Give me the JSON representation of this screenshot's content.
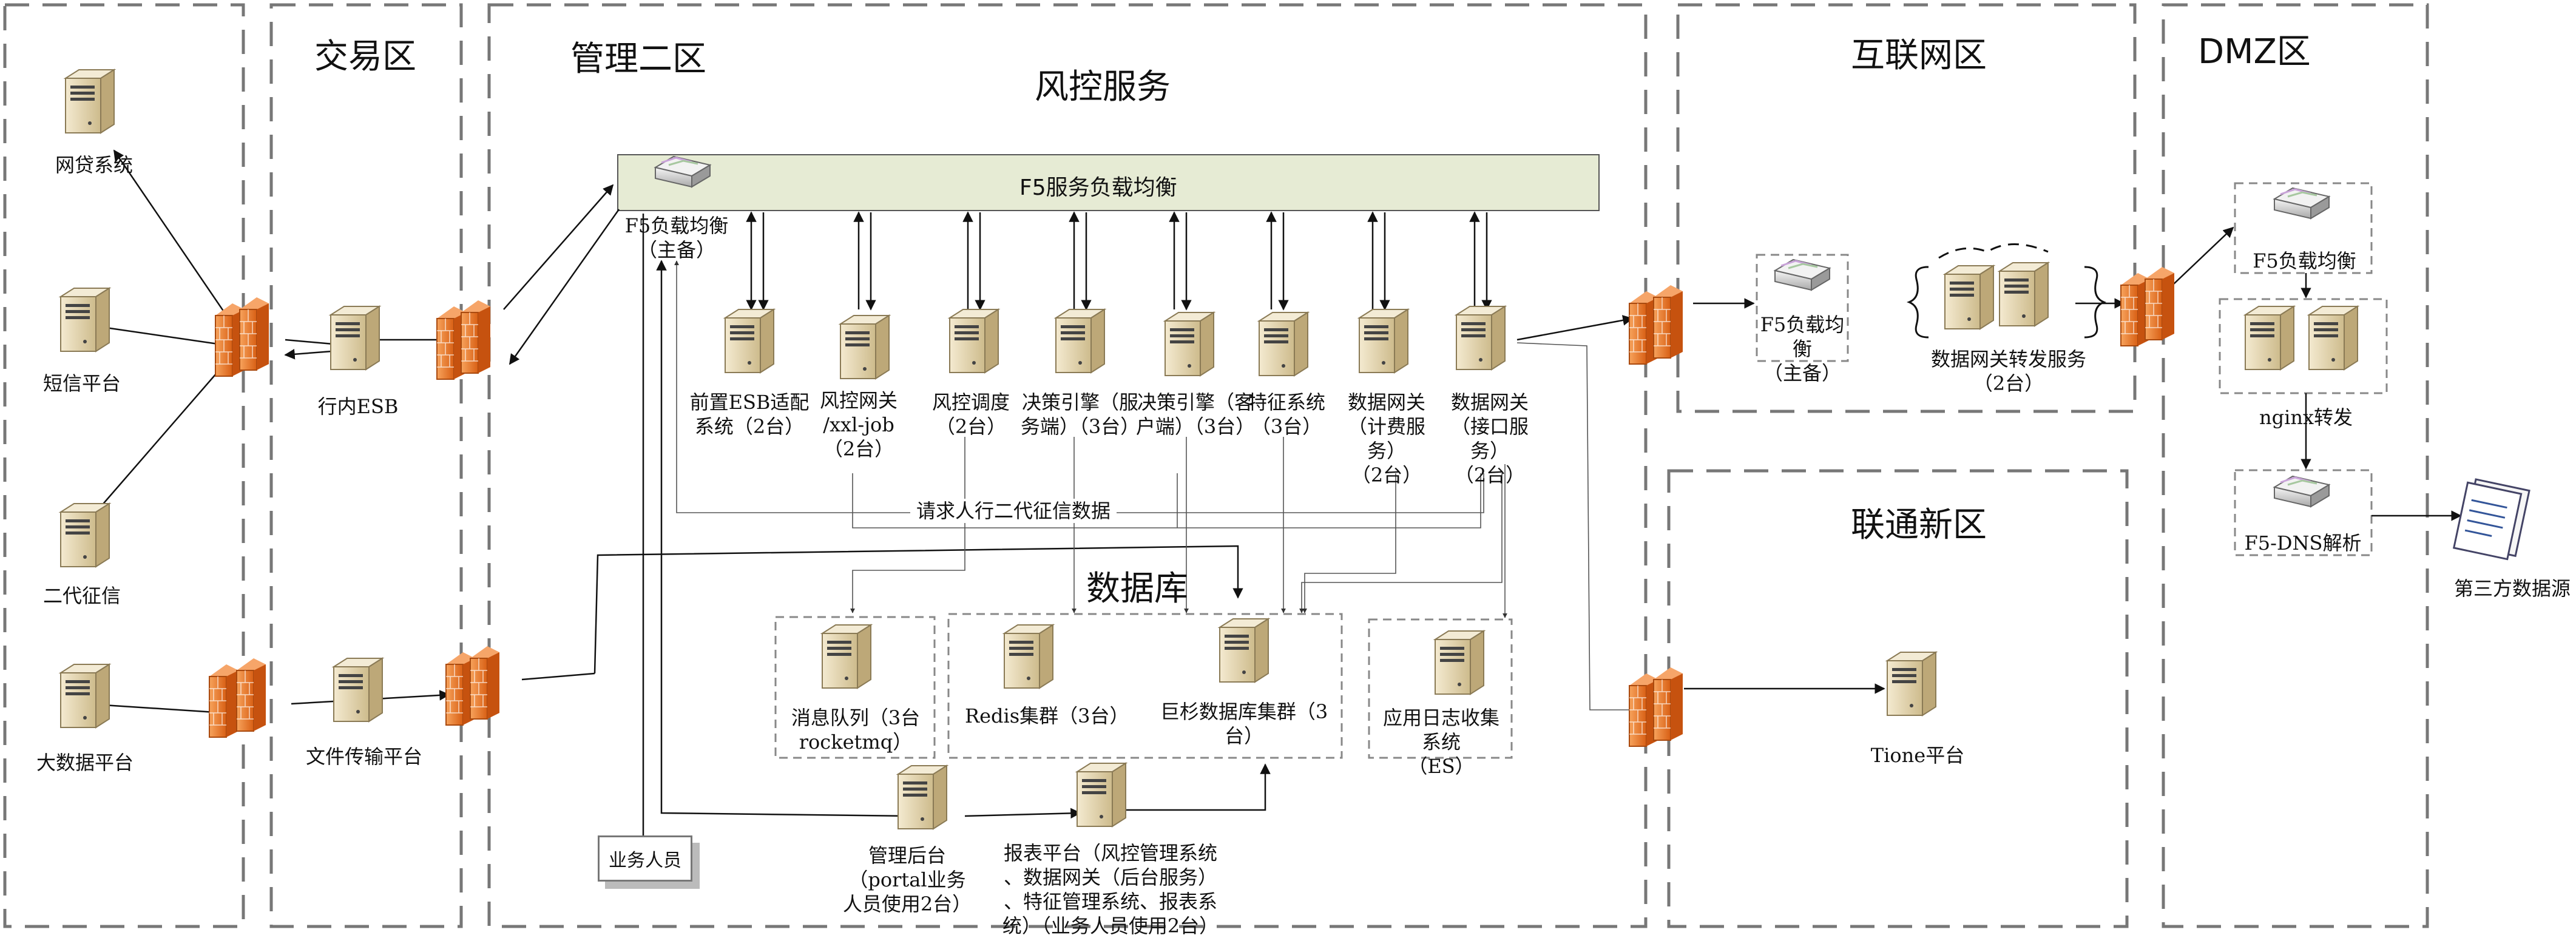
{
  "zones": {
    "trade": "交易区",
    "mgmt2": "管理二区",
    "internet": "互联网区",
    "dmz": "DMZ区",
    "unicom": "联通新区"
  },
  "sections": {
    "risk_service": "风控服务",
    "database": "数据库"
  },
  "f5_bar": {
    "label": "F5服务负载均衡"
  },
  "left_systems": {
    "p2p": "网贷系统",
    "sms": "短信平台",
    "credit2": "二代征信",
    "bigdata": "大数据平台"
  },
  "trade_nodes": {
    "esb": "行内ESB",
    "file_transfer": "文件传输平台"
  },
  "mgmt_nodes": {
    "f5_main": "F5负载均衡\n（主备）",
    "esb_adapter": "前置ESB适配\n系统（2台）",
    "risk_gateway": "风控网关\n/xxl-job\n（2台）",
    "risk_schedule": "风控调度\n（2台）",
    "engine_server": "决策引擎（服\n务端）（3台）",
    "engine_client": "决策引擎（客\n户端）（3台）",
    "feature": "特征系统\n（3台）",
    "data_gw_billing": "数据网关\n（计费服务）\n（2台）",
    "data_gw_api": "数据网关\n（接口服务）\n（2台）",
    "credit_query_line": "请求人行二代征信数据",
    "mq": "消息队列（3台\nrocketmq）",
    "redis": "Redis集群（3台）",
    "jushan": "巨杉数据库集群（3台）",
    "log_es": "应用日志收集系统\n（ES）",
    "admin": "管理后台\n（portal业务\n人员使用2台）",
    "report": "报表平台（风控管理系统\n、数据网关（后台服务）\n、特征管理系统、报表系\n统）（业务人员使用2台）",
    "staff": "业务人员"
  },
  "internet_nodes": {
    "f5": "F5负载均衡\n（主备）",
    "forward": "数据网关转发服务\n（2台）"
  },
  "unicom_nodes": {
    "tione": "Tione平台"
  },
  "dmz_nodes": {
    "f5": "F5负载均衡",
    "nginx": "nginx转发",
    "dns": "F5-DNS解析",
    "third_party": "第三方数据源"
  },
  "colors": {
    "f5_bar_fill": "#e6ebd4",
    "firewall": "#f07a2a",
    "server": "#eadbb5",
    "dash": "#777777"
  },
  "icons": {
    "server": "server-icon",
    "firewall": "firewall-icon",
    "loadbalancer": "router-icon",
    "document": "document-icon"
  }
}
